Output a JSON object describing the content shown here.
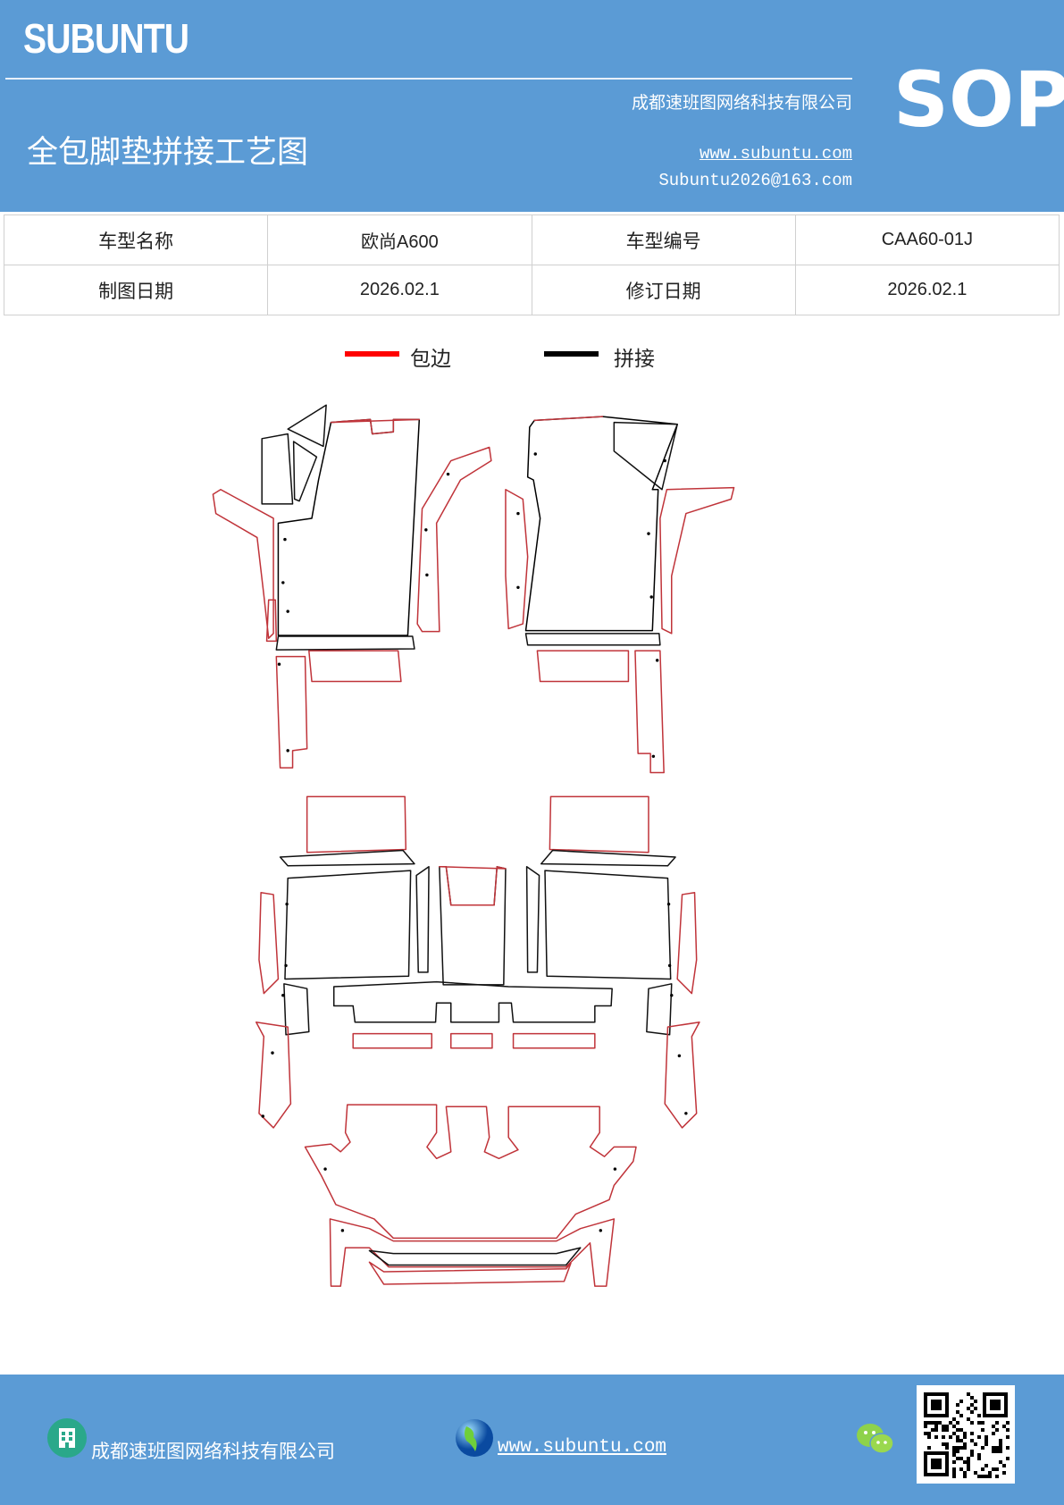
{
  "header": {
    "logo": "SUBUNTU",
    "company": "成都速班图网络科技有限公司",
    "title": "全包脚垫拼接工艺图",
    "website": "www.subuntu.com",
    "email": "Subuntu2026@163.com",
    "badge": "SOP",
    "background_color": "#5b9bd5"
  },
  "info_table": {
    "rows": [
      [
        {
          "label": "车型名称"
        },
        {
          "value": "欧尚A600"
        },
        {
          "label": "车型编号"
        },
        {
          "value": "CAA60-01J"
        }
      ],
      [
        {
          "label": "制图日期"
        },
        {
          "value": "2026.02.1"
        },
        {
          "label": "修订日期"
        },
        {
          "value": "2026.02.1"
        }
      ]
    ]
  },
  "legend": [
    {
      "label": "包边",
      "color": "#ff0000"
    },
    {
      "label": "拼接",
      "color": "#000000"
    }
  ],
  "footer": {
    "company": "成都速班图网络科技有限公司",
    "website": "www.subuntu.com",
    "icons": [
      "building-icon",
      "globe-icon",
      "wechat-icon",
      "qr-code"
    ]
  }
}
